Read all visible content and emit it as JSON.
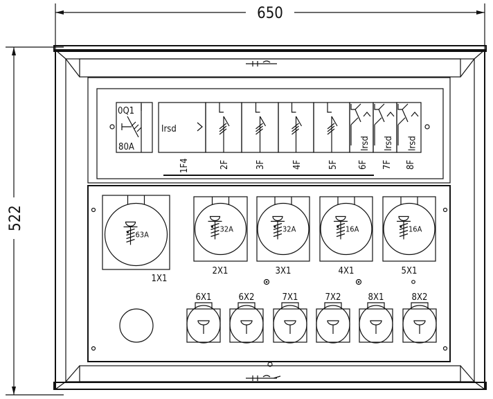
{
  "dimensions": {
    "width": "650",
    "height": "522"
  },
  "main_switch": {
    "name": "0Q1",
    "rating": "80A"
  },
  "breakers": [
    {
      "id": "1F4",
      "text": "Irsd",
      "type": "wide"
    },
    {
      "id": "2F",
      "type": "mcb"
    },
    {
      "id": "3F",
      "type": "mcb"
    },
    {
      "id": "4F",
      "type": "mcb"
    },
    {
      "id": "5F",
      "type": "mcb"
    },
    {
      "id": "6F",
      "text": "Irsd",
      "type": "rcd"
    },
    {
      "id": "7F",
      "text": "Irsd",
      "type": "rcd"
    },
    {
      "id": "8F",
      "text": "Irsd",
      "type": "rcd"
    }
  ],
  "large_sockets": [
    {
      "id": "1X1",
      "rating": "63A"
    },
    {
      "id": "2X1",
      "rating": "32A"
    },
    {
      "id": "3X1",
      "rating": "32A"
    },
    {
      "id": "4X1",
      "rating": "16A"
    },
    {
      "id": "5X1",
      "rating": "16A"
    }
  ],
  "small_sockets": [
    {
      "id": "6X1"
    },
    {
      "id": "6X2"
    },
    {
      "id": "7X1"
    },
    {
      "id": "7X2"
    },
    {
      "id": "8X1"
    },
    {
      "id": "8X2"
    }
  ]
}
